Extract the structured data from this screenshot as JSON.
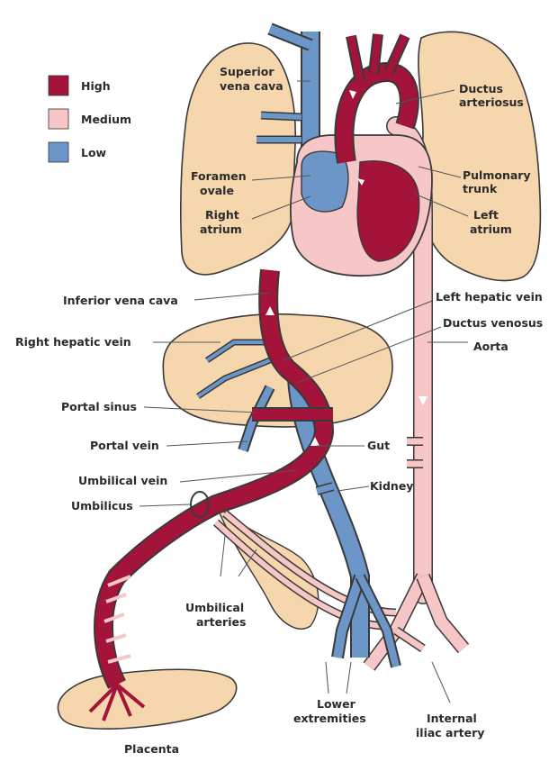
{
  "legend": {
    "items": [
      {
        "label": "High",
        "color": "#a3133a"
      },
      {
        "label": "Medium",
        "color": "#f7c6c6"
      },
      {
        "label": "Low",
        "color": "#6b96c7"
      }
    ]
  },
  "labels": {
    "superior_vena_cava": [
      "Superior",
      "vena cava"
    ],
    "ductus_arteriosus": [
      "Ductus",
      "arteriosus"
    ],
    "foramen_ovale": [
      "Foramen",
      "ovale"
    ],
    "pulmonary_trunk": [
      "Pulmonary",
      "trunk"
    ],
    "right_atrium": [
      "Right",
      "atrium"
    ],
    "left_atrium": [
      "Left",
      "atrium"
    ],
    "inferior_vena_cava": "Inferior vena cava",
    "left_hepatic_vein": "Left hepatic vein",
    "ductus_venosus": "Ductus venosus",
    "right_hepatic_vein": "Right hepatic vein",
    "aorta": "Aorta",
    "portal_sinus": "Portal sinus",
    "portal_vein": "Portal vein",
    "gut": "Gut",
    "umbilical_vein": "Umbilical vein",
    "kidney": "Kidney",
    "umbilicus": "Umbilicus",
    "umbilical_arteries": [
      "Umbilical",
      "arteries"
    ],
    "lower_extremities": [
      "Lower",
      "extremities"
    ],
    "internal_iliac_artery": [
      "Internal",
      "iliac artery"
    ],
    "placenta": "Placenta"
  },
  "colors": {
    "high": "#a3133a",
    "medium": "#f7c6c6",
    "low": "#6b96c7",
    "organ": "#f6d6ad",
    "outline": "#3a3a3a"
  }
}
